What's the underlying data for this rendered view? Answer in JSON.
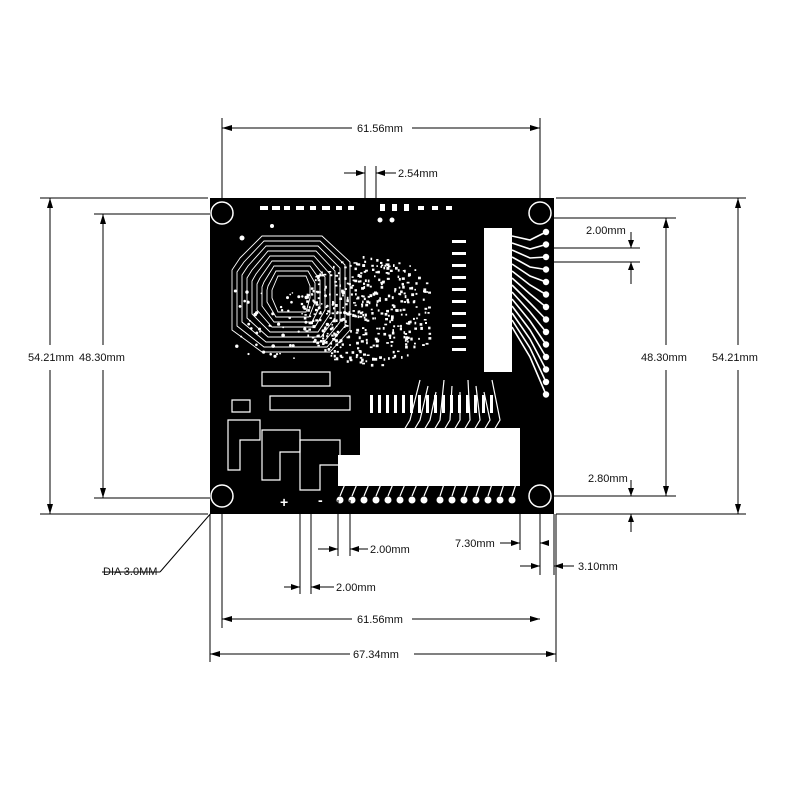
{
  "dimensions": {
    "top_width": "61.56mm",
    "pin_pitch_top": "2.54mm",
    "right_pitch_top": "2.00mm",
    "right_inner_height": "48.30mm",
    "right_outer_height": "54.21mm",
    "left_outer_height": "54.21mm",
    "left_inner_height": "48.30mm",
    "right_bottom_offset": "2.80mm",
    "bottom_pitch_a": "2.00mm",
    "bottom_pitch_b": "2.00mm",
    "bottom_offset_a": "7.30mm",
    "bottom_offset_b": "3.10mm",
    "bottom_width_inner": "61.56mm",
    "bottom_width_outer": "67.34mm",
    "hole_diameter": "DIA 3.0MM"
  },
  "markings": {
    "plus": "+",
    "minus": "-"
  },
  "colors": {
    "board": "#000000",
    "trace": "#ffffff",
    "background": "#ffffff"
  }
}
